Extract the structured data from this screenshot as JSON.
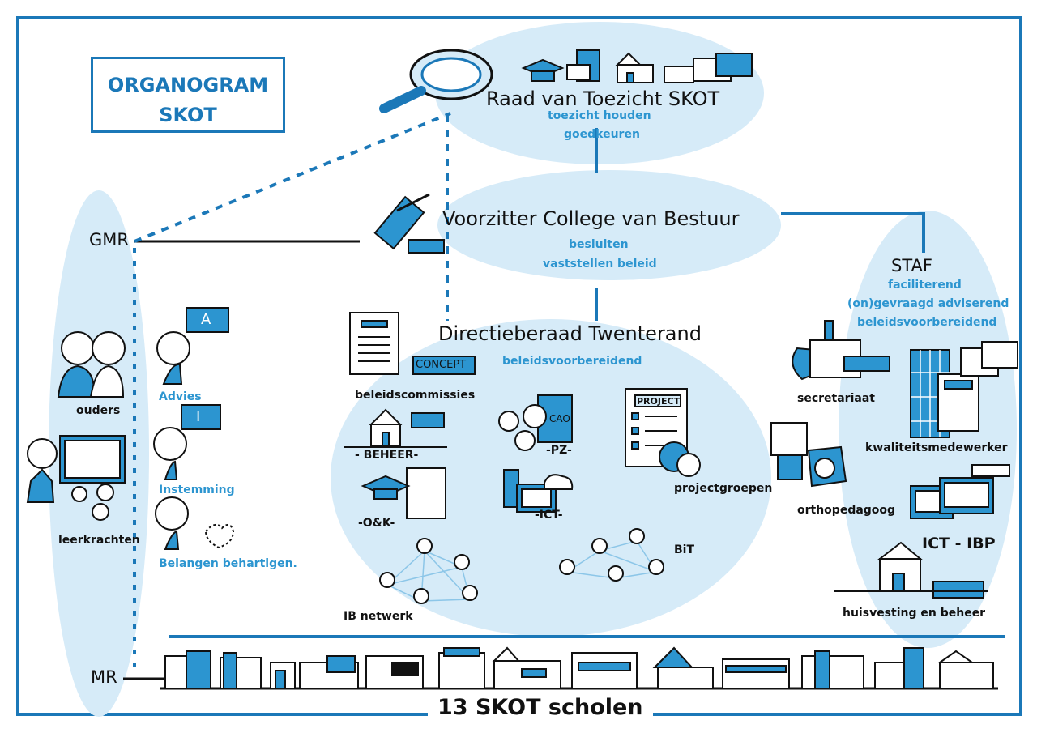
{
  "title": {
    "line1": "ORGANOGRAM",
    "line2": "SKOT"
  },
  "raad": {
    "title": "Raad van Toezicht SKOT",
    "roles": [
      "toezicht houden",
      "goedkeuren"
    ]
  },
  "college": {
    "title": "Voorzitter College van Bestuur",
    "roles": [
      "besluiten",
      "vaststellen beleid"
    ]
  },
  "directie": {
    "title": "Directieberaad Twenterand",
    "role": "beleidsvoorbereidend"
  },
  "staf": {
    "title": "STAF",
    "roles": [
      "faciliterend",
      "(on)gevraagd adviserend",
      "beleidsvoorbereidend"
    ],
    "members": [
      "secretariaat",
      "kwaliteitsmedewerker",
      "orthopedagoog",
      "ICT - IBP",
      "huisvesting en beheer"
    ]
  },
  "gmr": "GMR",
  "mr": "MR",
  "participants": {
    "ouders": "ouders",
    "leerkrachten": "leerkrachten"
  },
  "rights": {
    "advies": "Advies",
    "advies_sign": "A",
    "instemming": "Instemming",
    "instemming_sign": "I",
    "belangen": "Belangen behartigen."
  },
  "directie_groups": {
    "beleidscommissies": "beleidscommissies",
    "concept": "CONCEPT",
    "beheer": "- BEHEER-",
    "pz": "-PZ-",
    "cao": "CAO",
    "project": "PROJECT",
    "projectgroepen": "projectgroepen",
    "ok": "-O&K-",
    "ict": "-ICT-",
    "bit": "BiT",
    "ib": "IB netwerk"
  },
  "scholen": "13 SKOT scholen",
  "colors": {
    "accent": "#2c95d0",
    "light": "#d6ebf8",
    "frame": "#1b78b8",
    "ink": "#111111"
  }
}
